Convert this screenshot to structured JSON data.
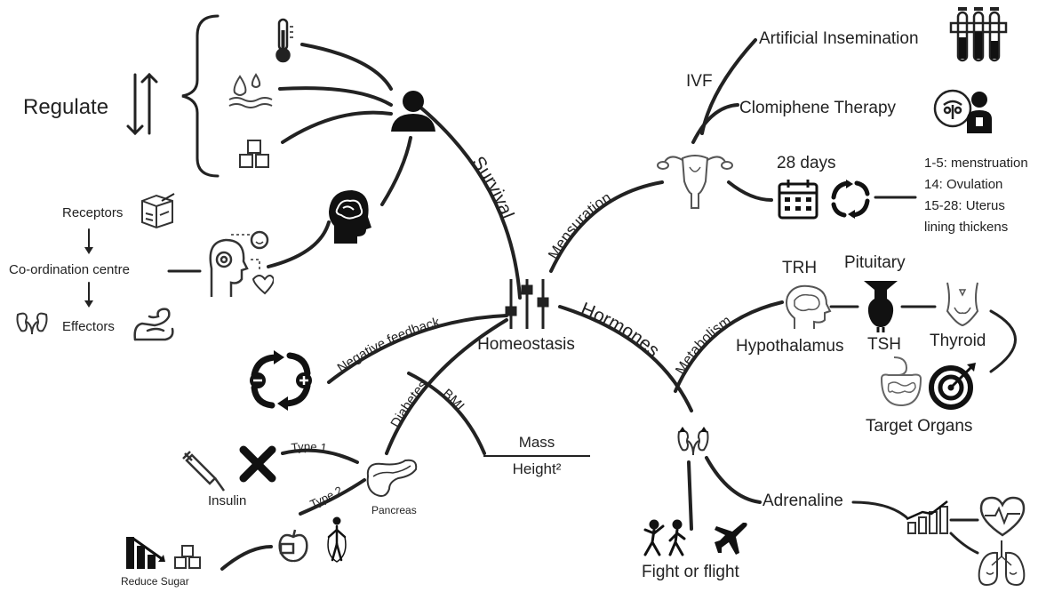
{
  "center": {
    "label": "Homeostasis"
  },
  "branches": {
    "survival": "Survival",
    "mensuration": "Mensuration",
    "hormones": "Hormones",
    "metabolism": "Metabolism",
    "negative_feedback": "Negative feedback",
    "diabetes": "Diabetes",
    "bmi": "BMI",
    "type1": "Type 1",
    "type2": "Type 2"
  },
  "regulate": {
    "label": "Regulate"
  },
  "nervous": {
    "receptors": "Receptors",
    "coordination": "Co-ordination centre",
    "effectors": "Effectors"
  },
  "reproduction": {
    "artificial_insemination": "Artificial Insemination",
    "ivf": "IVF",
    "clomiphene": "Clomiphene Therapy",
    "cycle_days": "28 days",
    "cycle_notes": [
      "1-5: menstruation",
      "14: Ovulation",
      "15-28: Uterus",
      "lining thickens"
    ]
  },
  "metabolism": {
    "trh": "TRH",
    "pituitary": "Pituitary",
    "hypothalamus": "Hypothalamus",
    "tsh": "TSH",
    "thyroid": "Thyroid",
    "target_organs": "Target Organs"
  },
  "bmi": {
    "numerator": "Mass",
    "denominator": "Height²"
  },
  "diabetes": {
    "insulin": "Insulin",
    "pancreas": "Pancreas",
    "reduce_sugar": "Reduce Sugar"
  },
  "stress": {
    "adrenaline": "Adrenaline",
    "fight_or_flight": "Fight or flight"
  }
}
